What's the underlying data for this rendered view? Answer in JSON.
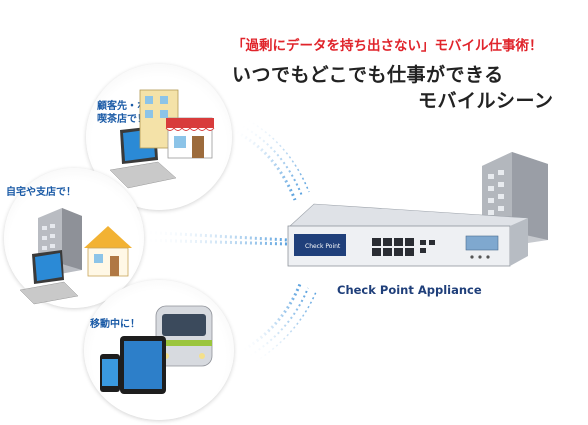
{
  "header": {
    "tagline": "「過剰にデータを持ち出さない」モバイル仕事術！",
    "headline_line1": "いつでもどこでも仕事ができる",
    "headline_line2": "モバイルシーン"
  },
  "scenes": [
    {
      "label_line1": "顧客先・ホテル・",
      "label_line2": "喫茶店で！"
    },
    {
      "label_line1": "自宅や支店で！",
      "label_line2": ""
    },
    {
      "label_line1": "移動中に！",
      "label_line2": ""
    }
  ],
  "appliance": {
    "label": "Check Point  Appliance",
    "brand": "Check Point"
  },
  "colors": {
    "accent_red": "#e0242b",
    "label_blue": "#1a5aa6",
    "appliance_blue": "#1f3f7a"
  }
}
